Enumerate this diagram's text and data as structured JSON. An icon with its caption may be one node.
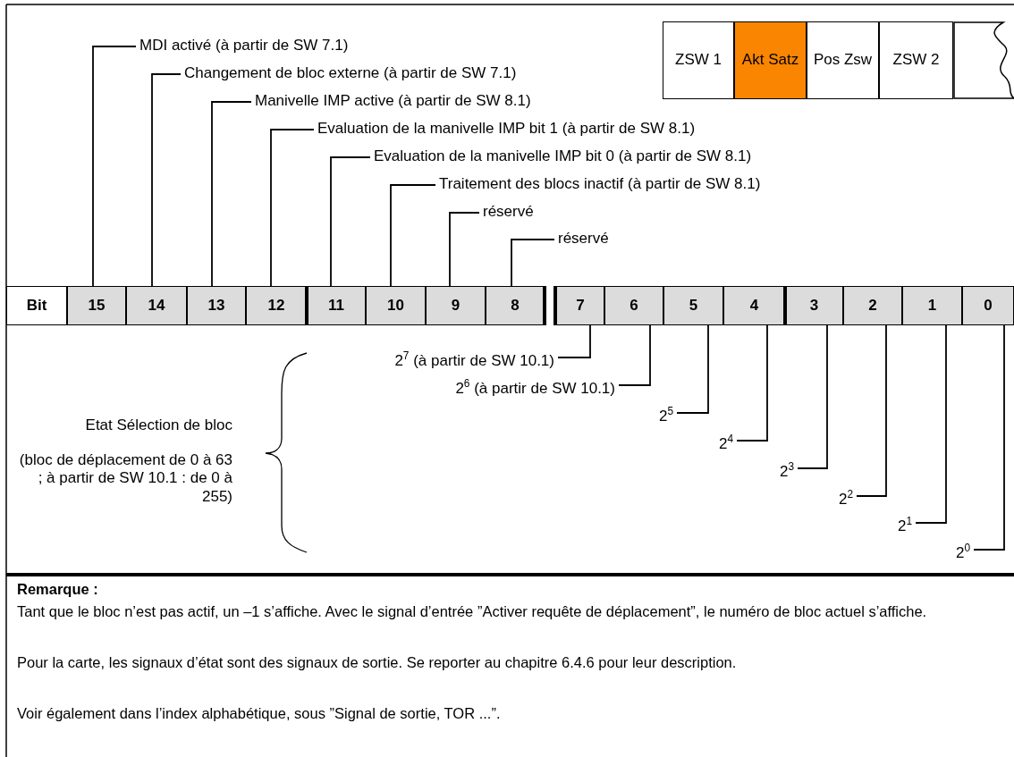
{
  "diagram": {
    "nodes": [
      {
        "text": [
          "ZSW 1"
        ]
      },
      {
        "text": [
          "Akt Satz"
        ]
      },
      {
        "text": [
          "Pos Zsw"
        ]
      },
      {
        "text": [
          "ZSW 2"
        ]
      },
      {
        "text": [],
        "shape": "box"
      },
      {
        "text": [
          "MDI activé (à partir de SW 7.1)"
        ]
      },
      {
        "text": [
          "Changement de bloc externe (à partir de SW 7.1)"
        ]
      },
      {
        "text": [
          "Manivelle IMP active (à partir de SW 8.1)"
        ]
      },
      {
        "text": [
          "Evaluation de la manivelle IMP bit 1 (à partir de SW 8.1)"
        ]
      },
      {
        "text": [
          "Evaluation de la manivelle IMP bit 0 (à partir de SW 8.1)"
        ]
      },
      {
        "text": [
          "Traitement des blocs inactif (à partir de SW 8.1)"
        ]
      },
      {
        "text": [
          "réservé"
        ]
      },
      {
        "text": [
          "réservé"
        ]
      },
      {
        "text": [
          "Bit"
        ]
      },
      {
        "text": [
          "15"
        ]
      },
      {
        "text": [
          "14"
        ]
      },
      {
        "text": [
          "13"
        ]
      },
      {
        "text": [
          "12"
        ]
      },
      {
        "text": [
          "11"
        ]
      },
      {
        "text": [
          "10"
        ]
      },
      {
        "text": [
          "9"
        ]
      },
      {
        "text": [
          "8"
        ]
      },
      {
        "text": [
          "7"
        ]
      },
      {
        "text": [
          "6"
        ]
      },
      {
        "text": [
          "5"
        ]
      },
      {
        "text": [
          "4"
        ]
      },
      {
        "text": [
          "3"
        ]
      },
      {
        "text": [
          "2"
        ]
      },
      {
        "text": [
          "1"
        ]
      },
      {
        "text": [
          "0"
        ]
      },
      {
        "text": [
          "2$^{7}$ (à partir de SW 10.1)"
        ]
      },
      {
        "text": [
          "2$^{6}$ (à partir de SW 10.1)"
        ]
      },
      {
        "text": [
          "2$^{5}$"
        ]
      },
      {
        "text": [
          "2$^{4}$"
        ]
      },
      {
        "text": [
          "2$^{3}$"
        ]
      },
      {
        "text": [
          "2$^{2}$"
        ]
      },
      {
        "text": [
          "2$^{1}$"
        ]
      },
      {
        "text": [
          "2$^{0}$"
        ]
      }
    ],
    "edges": [
      {
        "from": 5,
        "to": 14,
        "arrow": "none"
      },
      {
        "from": 6,
        "to": 15,
        "arrow": "none"
      },
      {
        "from": 7,
        "to": 16,
        "arrow": "none"
      },
      {
        "from": 8,
        "to": 17,
        "arrow": "none"
      },
      {
        "from": 9,
        "to": 18,
        "arrow": "none"
      },
      {
        "from": 10,
        "to": 19,
        "arrow": "none"
      },
      {
        "from": 11,
        "to": 20,
        "arrow": "none"
      },
      {
        "from": 12,
        "to": 21,
        "arrow": "none"
      },
      {
        "from": 30,
        "to": 22,
        "arrow": "none"
      },
      {
        "from": 31,
        "to": 23,
        "arrow": "none"
      },
      {
        "from": 32,
        "to": 24,
        "arrow": "none"
      },
      {
        "from": 33,
        "to": 25,
        "arrow": "none"
      },
      {
        "from": 34,
        "to": 26,
        "arrow": "none"
      },
      {
        "from": 35,
        "to": 27,
        "arrow": "none"
      },
      {
        "from": 36,
        "to": 28,
        "arrow": "none"
      },
      {
        "from": 37,
        "to": 29,
        "arrow": "none"
      }
    ],
    "labels": [
      "Etat Sélection de bloc",
      "(bloc de déplacement de 0 à 63 ; à partir de SW 10.1 : de 0 à 255)",
      "Remarque :",
      "Tant que le bloc n’est pas actif, un –1 s’affiche. Avec le signal d’entrée ”Activer requête de déplacement”, le numéro de bloc actuel s’affiche.",
      "Pour la carte, les signaux d’état sont des signaux de sortie. Se reporter au chapitre 6.4.6 pour leur description.",
      "Voir également dans l’index alphabétique, sous ”Signal de sortie, TOR ...”."
    ]
  }
}
